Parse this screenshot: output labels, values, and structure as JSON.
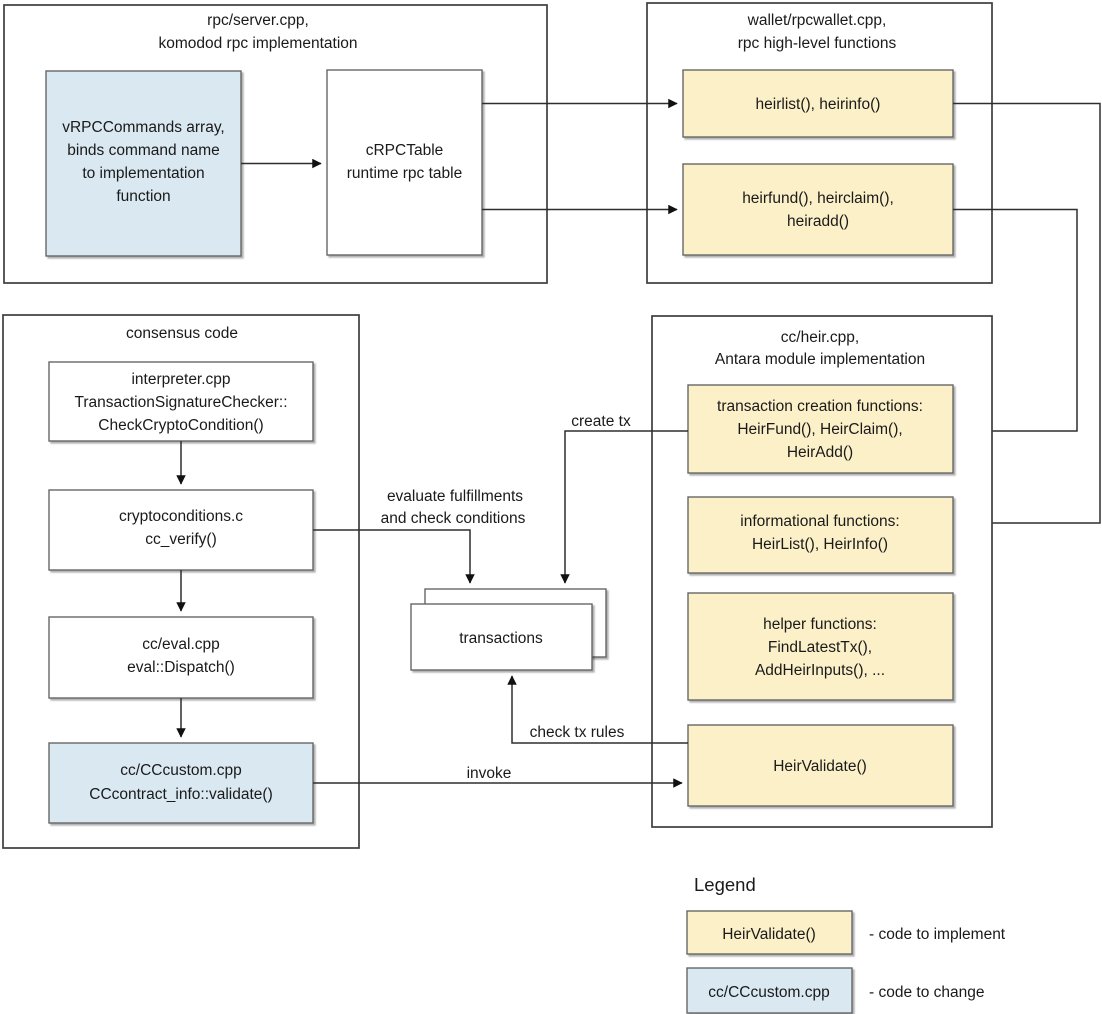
{
  "palette": {
    "implement_fill": "#fcf0c8",
    "change_fill": "#d9e8f1",
    "white_fill": "#ffffff",
    "box_stroke": "#666666",
    "container_stroke": "#3d3d3d",
    "line_color": "#2e2e2e"
  },
  "containers": {
    "rpc_server": {
      "title_line1": "rpc/server.cpp,",
      "title_line2": "komodod rpc implementation"
    },
    "wallet": {
      "title_line1": "wallet/rpcwallet.cpp,",
      "title_line2": "rpc high-level functions"
    },
    "consensus": {
      "title": "consensus code"
    },
    "heir": {
      "title_line1": "cc/heir.cpp,",
      "title_line2": "Antara module implementation"
    }
  },
  "nodes": {
    "vrpc_commands": {
      "lines": [
        "vRPCCommands array,",
        "binds command name",
        "to implementation",
        "function"
      ]
    },
    "crpc_table": {
      "lines": [
        "cRPCTable",
        "runtime rpc table"
      ]
    },
    "heirlist_rpc": {
      "lines": [
        "heirlist(), heirinfo()"
      ]
    },
    "heirfund_rpc": {
      "lines": [
        "heirfund(), heirclaim(),",
        "heiradd()"
      ]
    },
    "interpreter": {
      "lines": [
        "interpreter.cpp",
        "TransactionSignatureChecker::",
        "CheckCryptoCondition()"
      ]
    },
    "cryptoconditions": {
      "lines": [
        "cryptoconditions.c",
        "cc_verify()"
      ]
    },
    "cc_eval": {
      "lines": [
        "cc/eval.cpp",
        "eval::Dispatch()"
      ]
    },
    "cc_custom": {
      "lines": [
        "cc/CCcustom.cpp",
        "CCcontract_info::validate()"
      ]
    },
    "tx_creation": {
      "lines": [
        "transaction creation functions:",
        "HeirFund(), HeirClaim(),",
        "HeirAdd()"
      ]
    },
    "informational": {
      "lines": [
        "informational functions:",
        "HeirList(), HeirInfo()"
      ]
    },
    "helper": {
      "lines": [
        "helper functions:",
        "FindLatestTx(),",
        "AddHeirInputs(), ..."
      ]
    },
    "heir_validate": {
      "lines": [
        "HeirValidate()"
      ]
    },
    "transactions": {
      "label": "transactions"
    }
  },
  "edge_labels": {
    "create_tx": "create tx",
    "evaluate_line1": "evaluate fulfillments",
    "evaluate_line2": "and check conditions",
    "check_tx_rules": "check tx rules",
    "invoke": "invoke"
  },
  "legend": {
    "title": "Legend",
    "implement_sample": "HeirValidate()",
    "implement_description": "- code to implement",
    "change_sample": "cc/CCcustom.cpp",
    "change_description": "- code to change"
  }
}
